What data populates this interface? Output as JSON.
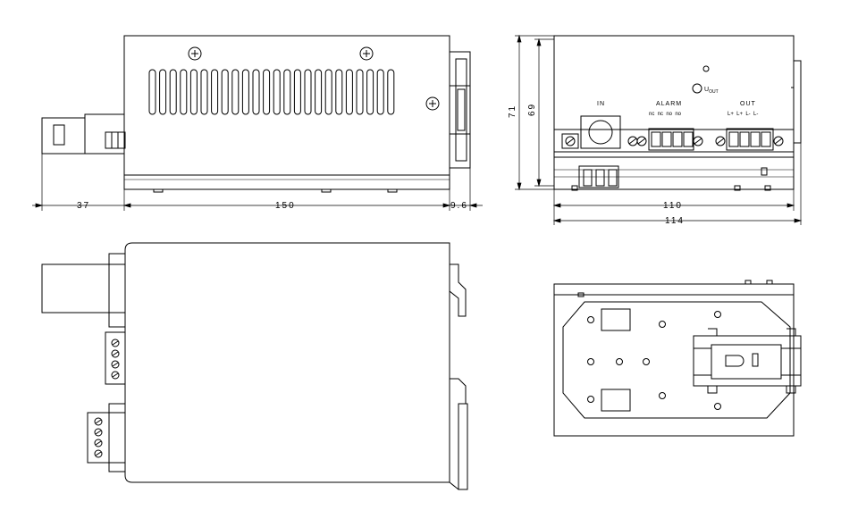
{
  "side_view": {
    "dim_left": "37",
    "dim_length": "150",
    "dim_right": "9.6"
  },
  "front_view": {
    "dim_height_outer": "71",
    "dim_height_inner": "69",
    "dim_width_inner": "110",
    "dim_width_outer": "114",
    "label_in": "IN",
    "label_alarm": "ALARM",
    "alarm_pins": "nc  nc  no  no",
    "label_uout": "U",
    "label_uout_sub": "OUT",
    "label_out": "OUT",
    "out_pins": "L+  L+  L-  L-"
  },
  "colors": {
    "line": "#000000",
    "paper": "#ffffff"
  }
}
